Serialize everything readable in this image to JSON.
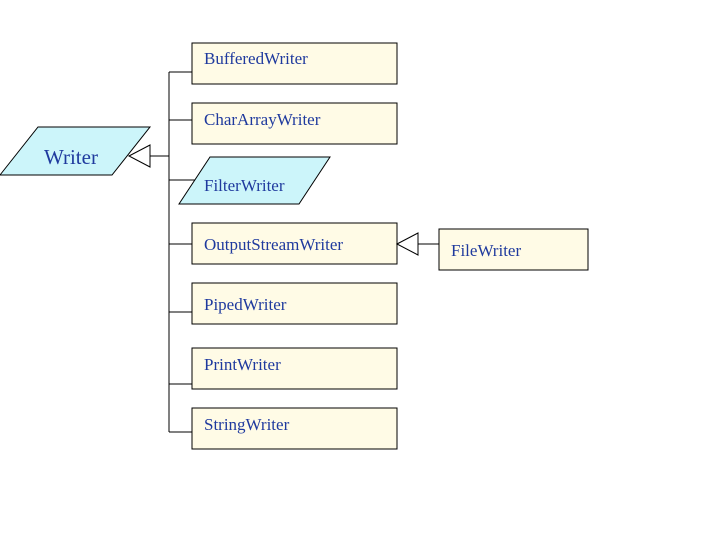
{
  "colors": {
    "class_fill": "#fffbe6",
    "abstract_fill": "#ccf5fa",
    "stroke": "#000000",
    "text": "#1f3a9e"
  },
  "root": {
    "name": "Writer",
    "abstract": true
  },
  "subclasses": [
    {
      "name": "BufferedWriter",
      "abstract": false
    },
    {
      "name": "CharArrayWriter",
      "abstract": false
    },
    {
      "name": "FilterWriter",
      "abstract": true
    },
    {
      "name": "OutputStreamWriter",
      "abstract": false
    },
    {
      "name": "PipedWriter",
      "abstract": false
    },
    {
      "name": "PrintWriter",
      "abstract": false
    },
    {
      "name": "StringWriter",
      "abstract": false
    }
  ],
  "nested": {
    "parent": "OutputStreamWriter",
    "name": "FileWriter",
    "abstract": false
  }
}
